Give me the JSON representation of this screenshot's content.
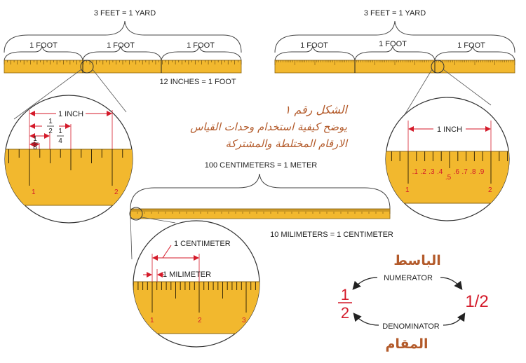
{
  "inch_ruler": {
    "yard_label": "3 FEET = 1 YARD",
    "foot_labels": [
      "1 FOOT",
      "1 FOOT",
      "1 FOOT"
    ],
    "inches_label": "12 INCHES = 1 FOOT",
    "zoom": {
      "inch_label": "1 INCH",
      "half_num": "1",
      "half_den": "2",
      "quarter_num": "1",
      "quarter_den": "4",
      "eighth_num": "1",
      "eighth_den": "8",
      "num_1": "1",
      "num_2": "2"
    }
  },
  "decimal_ruler": {
    "yard_label": "3 FEET = 1 YARD",
    "foot_labels": [
      "1 FOOT",
      "1 FOOT",
      "1 FOOT"
    ],
    "zoom": {
      "inch_label": "1 INCH",
      "num_1": "1",
      "num_2": "2",
      "tenths": [
        ".1",
        ".2",
        ".3",
        ".4",
        ".5",
        ".6",
        ".7",
        ".8",
        ".9"
      ]
    }
  },
  "metric_ruler": {
    "meter_label": "100 CENTIMETERS  = 1 METER",
    "mm_label": "10 MILIMETERS = 1 CENTIMETER",
    "zoom": {
      "cm_label": "1 CENTIMETER",
      "mm_label": "1 MILIMETER",
      "nums": [
        "1",
        "2",
        "3"
      ]
    }
  },
  "arabic_caption": {
    "line1": "الشكل رقم ١",
    "line2": "يوضح كيفية استخدام وحدات القياس",
    "line3": "الارقام المختلطة والمشتركة"
  },
  "fraction": {
    "numerator_label": "NUMERATOR",
    "denominator_label": "DENOMINATOR",
    "numerator_arabic": "الباسط",
    "denominator_arabic": "المقام",
    "stack_num": "1",
    "stack_den": "2",
    "inline": "1/2"
  },
  "colors": {
    "ruler_yellow": "#f2b82e",
    "ruler_dark": "#c98f17",
    "red": "#d41a2a",
    "brown": "#b35a2a"
  }
}
